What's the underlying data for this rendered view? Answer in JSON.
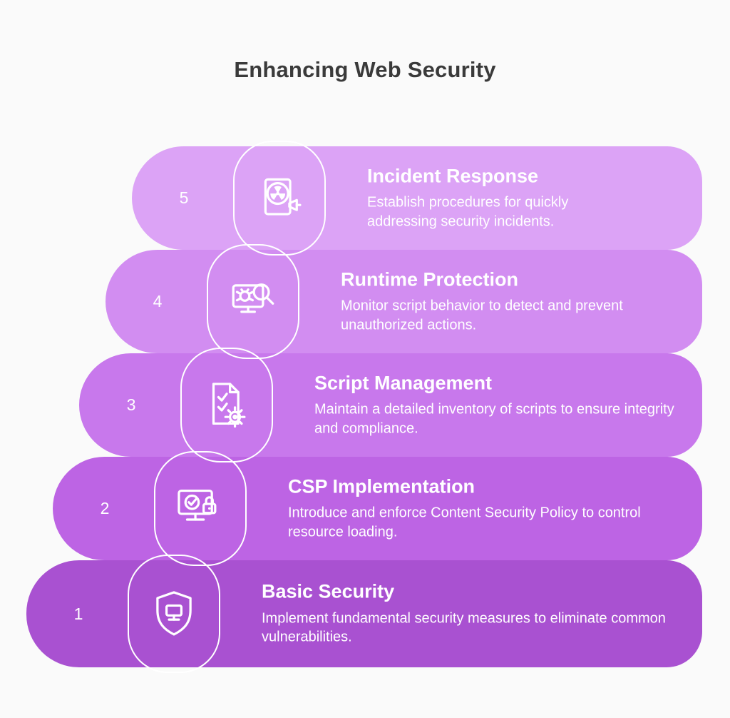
{
  "page": {
    "title": "Enhancing Web Security",
    "background_color": "#fafafa",
    "title_color": "#3a3a3a",
    "text_color": "#ffffff"
  },
  "steps": [
    {
      "number": "5",
      "title": "Incident Response",
      "description": "Establish procedures for quickly addressing security incidents.",
      "color": "#dca3f6",
      "icon": "incident-response-icon"
    },
    {
      "number": "4",
      "title": "Runtime Protection",
      "description": "Monitor script behavior to detect and prevent unauthorized actions.",
      "color": "#d28df1",
      "icon": "runtime-protection-icon"
    },
    {
      "number": "3",
      "title": "Script Management",
      "description": "Maintain a detailed inventory of scripts to ensure integrity and compliance.",
      "color": "#c878ec",
      "icon": "script-management-icon"
    },
    {
      "number": "2",
      "title": "CSP Implementation",
      "description": "Introduce and enforce Content Security Policy to control resource loading.",
      "color": "#bd64e4",
      "icon": "csp-implementation-icon"
    },
    {
      "number": "1",
      "title": "Basic Security",
      "description": "Implement fundamental security measures to eliminate common vulnerabilities.",
      "color": "#a951d1",
      "icon": "basic-security-icon"
    }
  ]
}
